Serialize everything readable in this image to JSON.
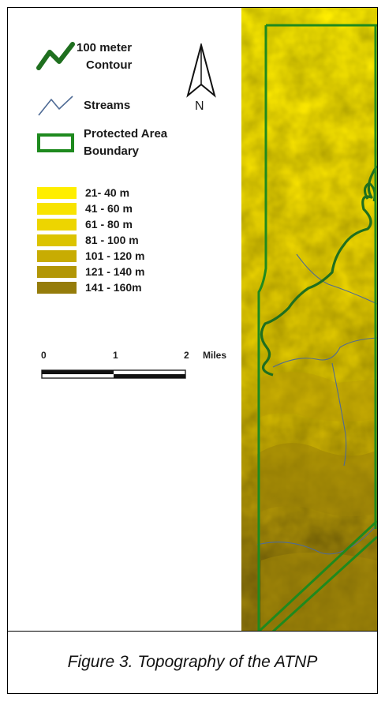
{
  "legend": {
    "contour_label_1": "100 meter",
    "contour_label_2": "Contour",
    "streams_label": "Streams",
    "boundary_label_1": "Protected Area",
    "boundary_label_2": "Boundary",
    "north_label": "N",
    "classes": [
      {
        "label": "21- 40 m",
        "color": "#ffee00"
      },
      {
        "label": "41 - 60 m",
        "color": "#f8e300"
      },
      {
        "label": "61 - 80 m",
        "color": "#edd500"
      },
      {
        "label": "81 - 100 m",
        "color": "#dcc300"
      },
      {
        "label": "101 - 120 m",
        "color": "#c8ac02"
      },
      {
        "label": "121 - 140 m",
        "color": "#b29606"
      },
      {
        "label": "141 - 160m",
        "color": "#957c0a"
      }
    ],
    "contour_color": "#1f6f1f",
    "stream_color": "#4f6b95",
    "boundary_color": "#1e8a1e"
  },
  "scale": {
    "tick_0": "0",
    "tick_1": "1",
    "tick_2": "2",
    "units": "Miles"
  },
  "caption": "Figure 3. Topography of the ATNP"
}
